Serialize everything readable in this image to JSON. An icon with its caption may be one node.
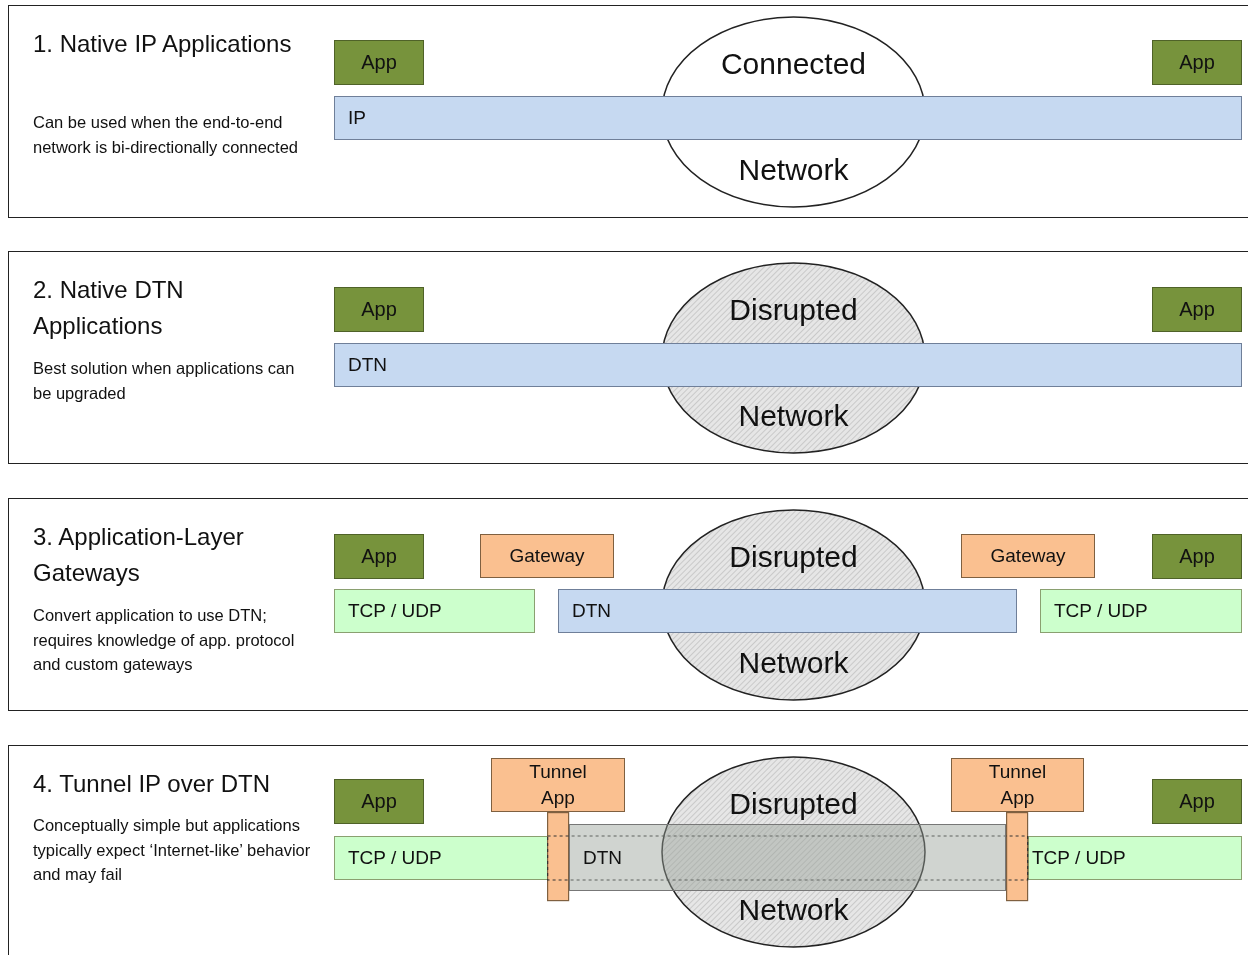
{
  "diagram": {
    "nodes": [
      {
        "text": [
          "1. Native IP Applications",
          "Can be used when the end-to-end network is bi-directionally connected"
        ]
      },
      {
        "text": [
          "Connected",
          "Network"
        ],
        "in": 0
      },
      {
        "text": [
          "App"
        ],
        "in": 0
      },
      {
        "text": [
          "App"
        ],
        "in": 0
      },
      {
        "text": [
          "IP"
        ],
        "in": 0
      },
      {
        "text": [
          "2. Native DTN Applications",
          "Best solution when applications can be upgraded"
        ]
      },
      {
        "text": [
          "Disrupted",
          "Network"
        ],
        "in": 5
      },
      {
        "text": [
          "App"
        ],
        "in": 5
      },
      {
        "text": [
          "App"
        ],
        "in": 5
      },
      {
        "text": [
          "DTN"
        ],
        "in": 5
      },
      {
        "text": [
          "3. Application-Layer Gateways",
          "Convert application to use DTN; requires knowledge of app. protocol and custom gateways"
        ]
      },
      {
        "text": [
          "Disrupted",
          "Network"
        ],
        "in": 10
      },
      {
        "text": [
          "App"
        ],
        "in": 10
      },
      {
        "text": [
          "Gateway"
        ],
        "in": 10
      },
      {
        "text": [
          "Gateway"
        ],
        "in": 10
      },
      {
        "text": [
          "App"
        ],
        "in": 10
      },
      {
        "text": [
          "TCP / UDP"
        ],
        "in": 10
      },
      {
        "text": [
          "DTN"
        ],
        "in": 10
      },
      {
        "text": [
          "TCP / UDP"
        ],
        "in": 10
      },
      {
        "text": [
          "4. Tunnel IP over DTN",
          "Conceptually simple but applications typically expect ‘Internet-like’ behavior and may fail"
        ]
      },
      {
        "text": [
          "Disrupted",
          "Network"
        ],
        "in": 19
      },
      {
        "text": [
          "App"
        ],
        "in": 19
      },
      {
        "text": [
          "Tunnel App"
        ],
        "in": 19
      },
      {
        "text": [
          "Tunnel App"
        ],
        "in": 19
      },
      {
        "text": [
          "App"
        ],
        "in": 19
      },
      {
        "text": [
          "TCP / UDP"
        ],
        "in": 19
      },
      {
        "text": [
          "DTN"
        ],
        "in": 19
      },
      {
        "text": [
          "TCP / UDP"
        ],
        "in": 19
      }
    ]
  }
}
